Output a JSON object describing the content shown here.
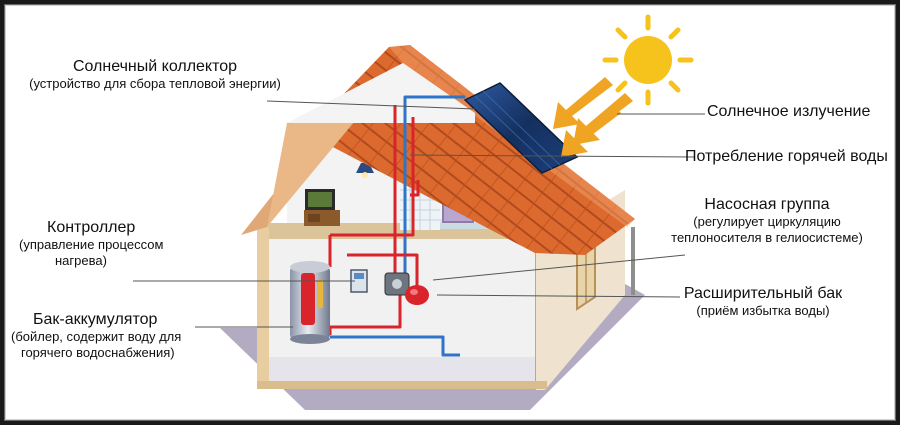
{
  "labels": {
    "collector": {
      "title": "Солнечный коллектор",
      "subtitle": "(устройство для сбора тепловой энергии)"
    },
    "controller": {
      "title": "Контроллер",
      "subtitle_line1": "(управление процессом",
      "subtitle_line2": "нагрева)"
    },
    "tank": {
      "title": "Бак-аккумулятор",
      "subtitle_line1": "(бойлер, содержит воду для",
      "subtitle_line2": "горячего водоснабжения)"
    },
    "solar_radiation": {
      "title": "Солнечное излучение"
    },
    "hot_water": {
      "title": "Потребление горячей воды"
    },
    "pump_group": {
      "title": "Насосная группа",
      "subtitle_line1": "(регулирует циркуляцию",
      "subtitle_line2": "теплоносителя в гелиосистеме)"
    },
    "expansion_tank": {
      "title": "Расширительный бак",
      "subtitle": "(приём избытка воды)"
    }
  },
  "colors": {
    "roof": "#d9662c",
    "roof_dark": "#b84c1c",
    "sun": "#f6c21c",
    "arrows": "#f0a423",
    "panel": "#1d3f7a",
    "wall": "#f4f4f4",
    "trim": "#d8b98a",
    "floor": "#a79fb8",
    "pipe_hot": "#d8242a",
    "pipe_cold": "#2e74c8",
    "leader": "#555555"
  }
}
